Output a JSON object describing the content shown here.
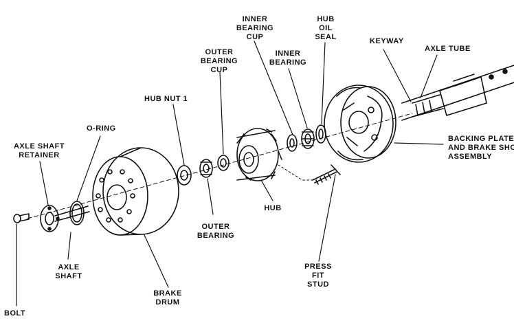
{
  "labels": {
    "inner_bearing_cup": [
      "INNER",
      "BEARING",
      "CUP"
    ],
    "hub_oil_seal": [
      "HUB",
      "OIL",
      "SEAL"
    ],
    "keyway": [
      "KEYWAY"
    ],
    "axle_tube": [
      "AXLE TUBE"
    ],
    "outer_bearing_cup": [
      "OUTER",
      "BEARING",
      "CUP"
    ],
    "inner_bearing": [
      "INNER",
      "BEARING"
    ],
    "hub_nut": [
      "HUB NUT  1"
    ],
    "o_ring": [
      "O-RING"
    ],
    "axle_shaft_retainer": [
      "AXLE SHAFT",
      "RETAINER"
    ],
    "backing_plate": [
      "BACKING PLATE",
      "AND BRAKE SHOE",
      "ASSEMBLY"
    ],
    "hub": [
      "HUB"
    ],
    "outer_bearing": [
      "OUTER",
      "BEARING"
    ],
    "press_fit_stud": [
      "PRESS",
      "FIT",
      "STUD"
    ],
    "axle_shaft": [
      "AXLE",
      "SHAFT"
    ],
    "brake_drum": [
      "BRAKE",
      "DRUM"
    ],
    "bolt": [
      "BOLT"
    ]
  },
  "colors": {
    "ink": "#111111",
    "paper": "#ffffff"
  }
}
